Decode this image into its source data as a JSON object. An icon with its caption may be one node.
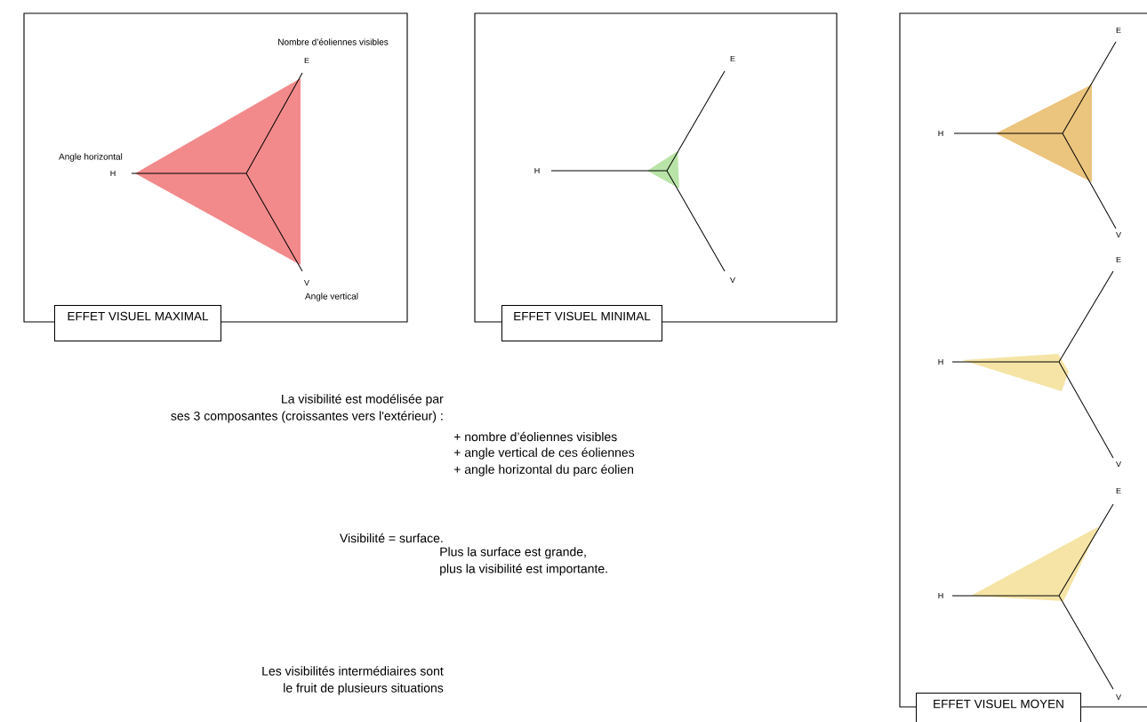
{
  "diagram": {
    "nodes": [
      {
        "text": [
          "EFFET VISUEL MAXIMAL"
        ]
      },
      {
        "text": [
          "EFFET VISUEL MINIMAL"
        ]
      },
      {
        "text": [
          "EFFET VISUEL MOYEN"
        ]
      }
    ],
    "labels": [
      "Nombre d’éoliennes visibles",
      "E",
      "Angle horizontal",
      "H",
      "V",
      "Angle vertical",
      "E",
      "H",
      "V",
      "E",
      "H",
      "V",
      "E",
      "H",
      "V",
      "E",
      "H",
      "V",
      "La visibilité est modélisée par ses 3 composantes (croissantes vers l'extérieur) :",
      "+ nombre d’éoliennes visibles",
      "+ angle vertical de ces éoliennes",
      "+ angle horizontal du parc éolien",
      "Visibilité = surface.",
      "Plus la surface est grande, plus la visibilité est importante.",
      "Les visibilités intermédiaires sont le fruit de plusieurs situations"
    ]
  }
}
